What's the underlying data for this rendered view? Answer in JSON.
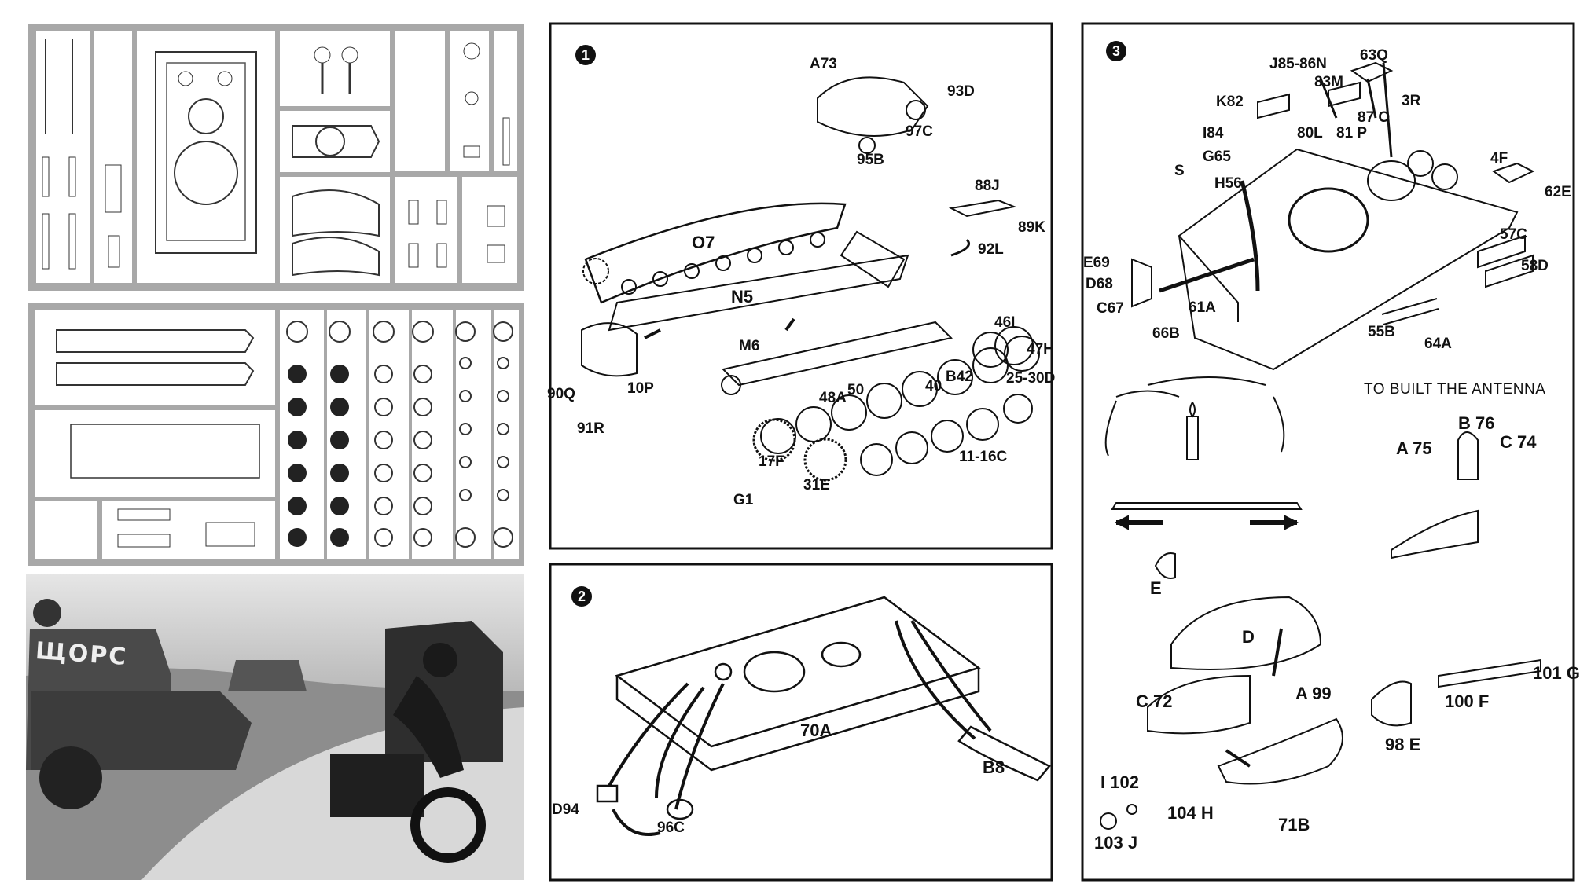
{
  "step1": {
    "number": "1",
    "labels": [
      "A73",
      "93D",
      "97C",
      "95B",
      "88J",
      "89K",
      "92L",
      "O7",
      "N5",
      "M6",
      "46I",
      "47H",
      "B42",
      "40",
      "25-30D",
      "50",
      "48A",
      "10P",
      "90Q",
      "91R",
      "11-16C",
      "17F",
      "31E",
      "G1"
    ]
  },
  "step2": {
    "number": "2",
    "labels": [
      "70A",
      "B8",
      "D94",
      "96C"
    ]
  },
  "step3": {
    "number": "3",
    "labels": [
      "63Q",
      "J85-86N",
      "83M",
      "K82",
      "3R",
      "87 O",
      "I84",
      "80L",
      "81 P",
      "G65",
      "4F",
      "S",
      "H56",
      "62E",
      "57C",
      "E69",
      "D68",
      "58D",
      "C67",
      "61A",
      "55B",
      "66B",
      "64A"
    ],
    "antenna_caption": "TO BUILT THE ANTENNA",
    "figure_labels": [
      "B 76",
      "A 75",
      "C 74"
    ],
    "turret_labels": [
      "E",
      "D",
      "C 72",
      "A 99",
      "101 G",
      "100 F",
      "98 E",
      "I 102",
      "104 H",
      "71B",
      "103 J"
    ]
  },
  "photo": {
    "tank_marking": "ЩОРС"
  },
  "colors": {
    "sprue_gray": "#a8a8a8",
    "ink": "#111111"
  }
}
